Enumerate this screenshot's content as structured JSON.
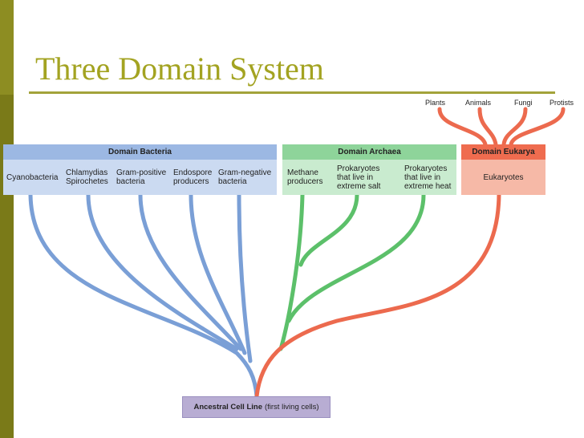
{
  "slide": {
    "title": "Three Domain System"
  },
  "tree": {
    "root_name": "Ancestral Cell Line",
    "root_note": "(first living cells)",
    "domains": [
      {
        "name": "Domain Bacteria",
        "color": "#7a9fd6",
        "head_color": "#9cb8e3",
        "body_color": "#cbdaf1",
        "groups": [
          "Cyanobacteria",
          "Chlamydias\nSpirochetes",
          "Gram-positive\nbacteria",
          "Endospore\nproducers",
          "Gram-negative\nbacteria"
        ]
      },
      {
        "name": "Domain Archaea",
        "color": "#5cc06a",
        "head_color": "#8ed49a",
        "body_color": "#c9ebcf",
        "groups": [
          "Methane\nproducers",
          "Prokaryotes\nthat live in\nextreme salt",
          "Prokaryotes\nthat live in\nextreme heat"
        ]
      },
      {
        "name": "Domain Eukarya",
        "color": "#ec6a4e",
        "head_color": "#ef6c4f",
        "body_color": "#f6b9a7",
        "groups": [
          "Eukaryotes"
        ],
        "subgroups": [
          "Plants",
          "Animals",
          "Fungi",
          "Protists"
        ]
      }
    ]
  }
}
